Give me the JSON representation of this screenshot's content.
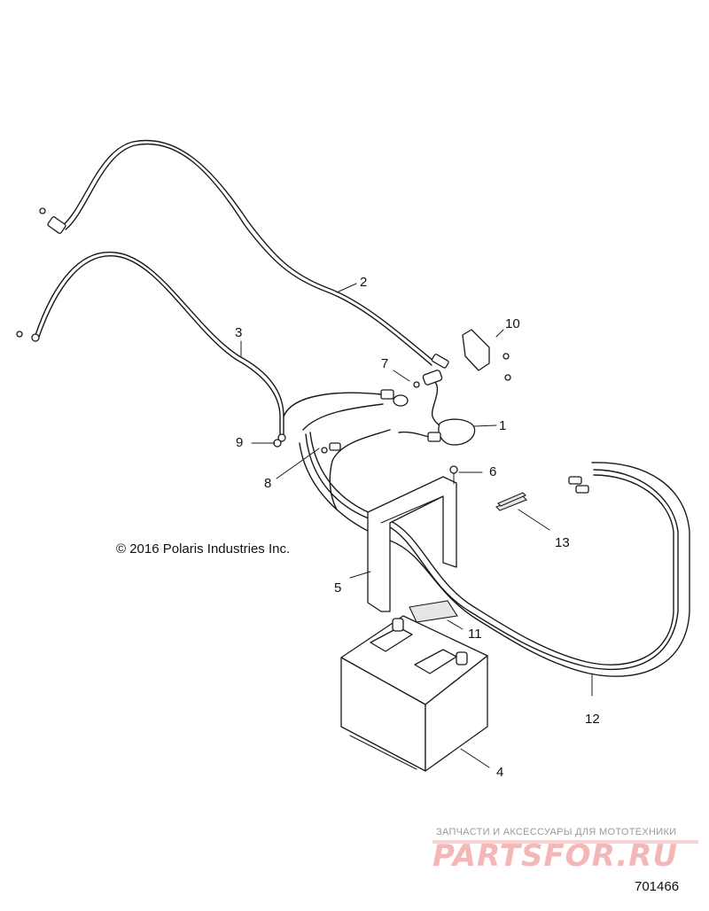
{
  "callouts": [
    {
      "id": "1",
      "label": "1"
    },
    {
      "id": "2",
      "label": "2"
    },
    {
      "id": "3",
      "label": "3"
    },
    {
      "id": "4",
      "label": "4"
    },
    {
      "id": "5",
      "label": "5"
    },
    {
      "id": "6",
      "label": "6"
    },
    {
      "id": "7",
      "label": "7"
    },
    {
      "id": "8",
      "label": "8"
    },
    {
      "id": "9",
      "label": "9"
    },
    {
      "id": "10",
      "label": "10"
    },
    {
      "id": "11",
      "label": "11"
    },
    {
      "id": "12",
      "label": "12"
    },
    {
      "id": "13",
      "label": "13"
    }
  ],
  "copyright": "© 2016 Polaris Industries Inc.",
  "watermark": {
    "tagline": "ЗАПЧАСТИ И АКСЕССУАРЫ ДЛЯ МОТОТЕХНИКИ",
    "logo": "PARTSFOR.RU"
  },
  "figure_id": "701466"
}
